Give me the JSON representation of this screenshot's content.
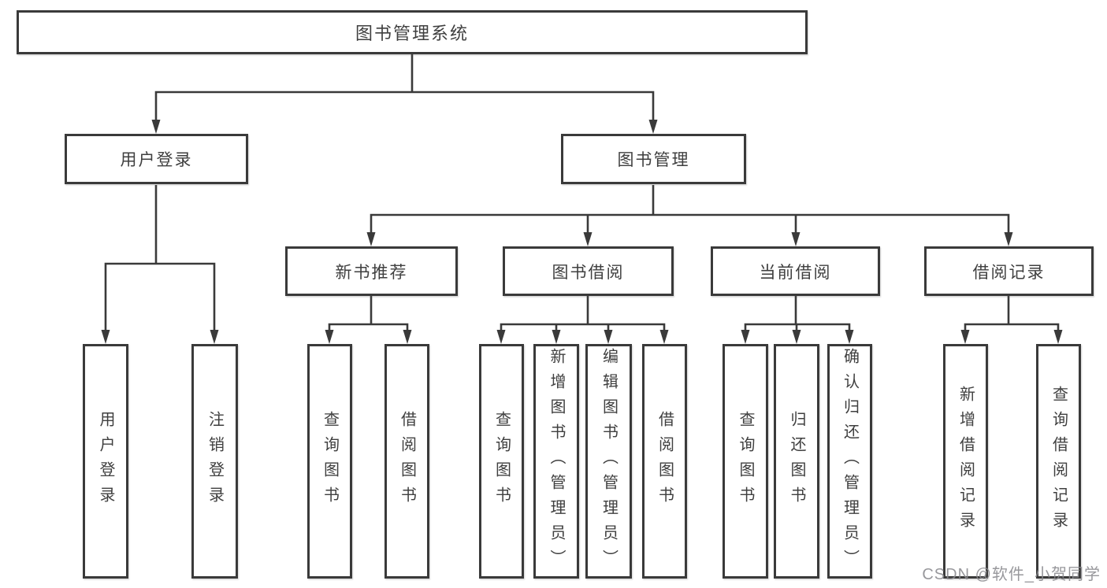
{
  "nodes": {
    "root": {
      "label": "图书管理系统"
    },
    "user_login": {
      "label": "用户登录"
    },
    "book_mgmt": {
      "label": "图书管理"
    },
    "new_book_rec": {
      "label": "新书推荐"
    },
    "book_borrow": {
      "label": "图书借阅"
    },
    "current_borrow": {
      "label": "当前借阅"
    },
    "borrow_records": {
      "label": "借阅记录"
    },
    "leaf_user_login": {
      "label": "用户登录"
    },
    "leaf_logout": {
      "label": "注销登录"
    },
    "leaf_query_book_1": {
      "label": "查询图书"
    },
    "leaf_borrow_book_1": {
      "label": "借阅图书"
    },
    "leaf_query_book_2": {
      "label": "查询图书"
    },
    "leaf_add_book": {
      "label": "新增图书（管理员）"
    },
    "leaf_edit_book": {
      "label": "编辑图书（管理员）"
    },
    "leaf_borrow_book_2": {
      "label": "借阅图书"
    },
    "leaf_query_book_3": {
      "label": "查询图书"
    },
    "leaf_return_book": {
      "label": "归还图书"
    },
    "leaf_confirm_return": {
      "label": "确认归还（管理员）"
    },
    "leaf_add_record": {
      "label": "新增借阅记录"
    },
    "leaf_query_record": {
      "label": "查询借阅记录"
    }
  },
  "hierarchy": {
    "图书管理系统": {
      "用户登录": [
        "用户登录",
        "注销登录"
      ],
      "图书管理": {
        "新书推荐": [
          "查询图书",
          "借阅图书"
        ],
        "图书借阅": [
          "查询图书",
          "新增图书（管理员）",
          "编辑图书（管理员）",
          "借阅图书"
        ],
        "当前借阅": [
          "查询图书",
          "归还图书",
          "确认归还（管理员）"
        ],
        "借阅记录": [
          "新增借阅记录",
          "查询借阅记录"
        ]
      }
    }
  },
  "watermark": "CSDN @软件_小贺同学",
  "colors": {
    "line": "#3a3a3a",
    "text": "#3f3f3f",
    "background": "#ffffff",
    "watermark": "#8a8a8e"
  }
}
